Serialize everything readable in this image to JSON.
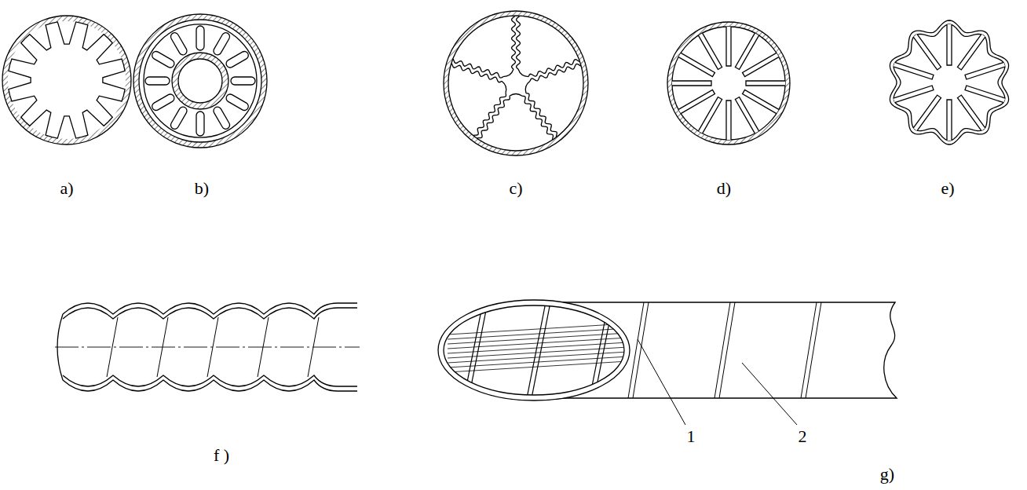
{
  "diagram": {
    "labels": [
      "a)",
      "b)",
      "c)",
      "d)",
      "e)",
      "f )",
      "g)",
      "1",
      "2"
    ]
  }
}
